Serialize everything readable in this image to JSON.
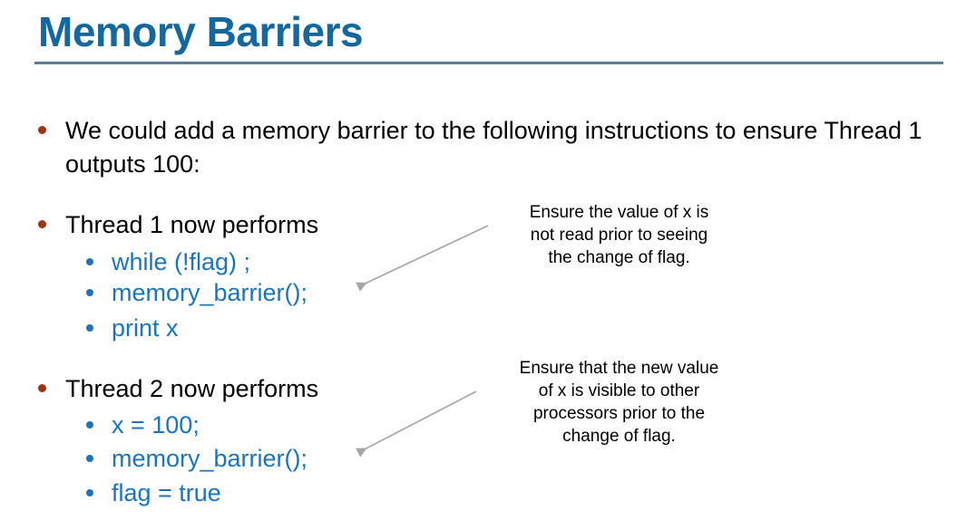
{
  "slide": {
    "title": "Memory Barriers",
    "accent_color": "#15689e",
    "rule_color": "#5b7f9b",
    "bullet_color": "#9a3516",
    "code_color": "#1b75bc",
    "body_color": "#000000",
    "background": "#ffffff"
  },
  "bullets": [
    {
      "level": 1,
      "text": "We could add a memory barrier to the following instructions to ensure Thread 1 outputs 100:"
    },
    {
      "level": 1,
      "text": "Thread 1 now performs"
    },
    {
      "level": 1,
      "text": "Thread 2 now performs"
    }
  ],
  "thread1_code": [
    "while (!flag) ;",
    "memory_barrier();",
    "print x"
  ],
  "thread2_code": [
    "x = 100;",
    "memory_barrier();",
    "flag = true"
  ],
  "annotations": [
    {
      "lines": [
        "Ensure the value of x is",
        "not read prior to seeing",
        "the change of flag."
      ]
    },
    {
      "lines": [
        "Ensure that the new value",
        "of x is visible to other",
        "processors prior to the",
        "change of flag."
      ]
    }
  ],
  "arrow_color": "#a6a6a6"
}
